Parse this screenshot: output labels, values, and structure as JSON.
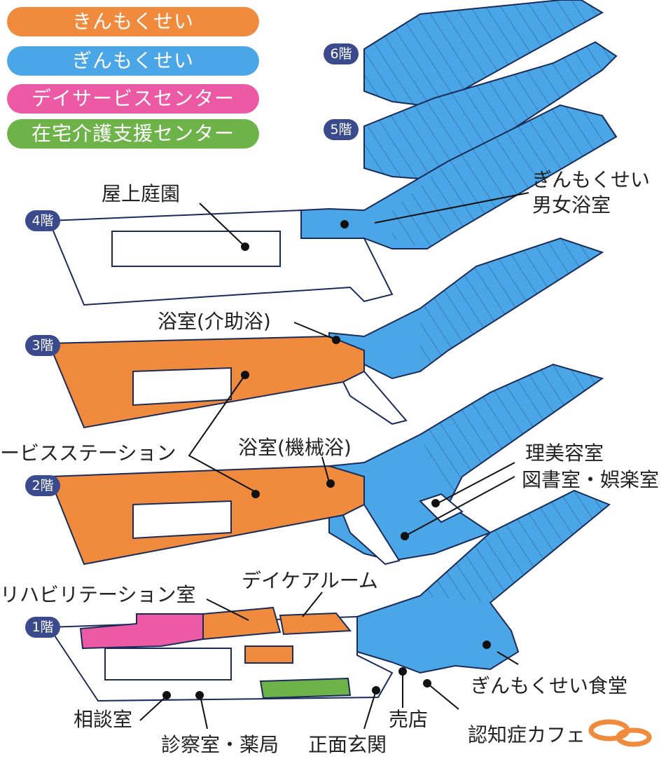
{
  "legend": {
    "kinmokusei": {
      "label": "きんもくせい",
      "color": "#f08a3c"
    },
    "ginmokusei": {
      "label": "ぎんもくせい",
      "color": "#4aa6e6"
    },
    "day_service": {
      "label": "デイサービスセンター",
      "color": "#ec5aa6"
    },
    "home_care": {
      "label": "在宅介護支援センター",
      "color": "#6db34a"
    }
  },
  "floors": {
    "f6": "6階",
    "f5": "5階",
    "f4": "4階",
    "f3": "3階",
    "f2": "2階",
    "f1": "1階"
  },
  "labels": {
    "rooftop_garden": "屋上庭園",
    "gin_bath_1": "ぎんもくせい",
    "gin_bath_2": "男女浴室",
    "bath_assisted": "浴室(介助浴)",
    "service_station": "ービスステーション",
    "bath_machine": "浴室(機械浴)",
    "barber": "理美容室",
    "library": "図書室・娯楽室",
    "rehab": "リハビリテーション室",
    "day_room": "デイケアルーム",
    "gin_dining": "ぎんもくせい食堂",
    "consult": "相談室",
    "shop": "売店",
    "dementia_cafe": "認知症カフェ",
    "clinic": "診察室・薬局",
    "entrance": "正面玄関"
  }
}
